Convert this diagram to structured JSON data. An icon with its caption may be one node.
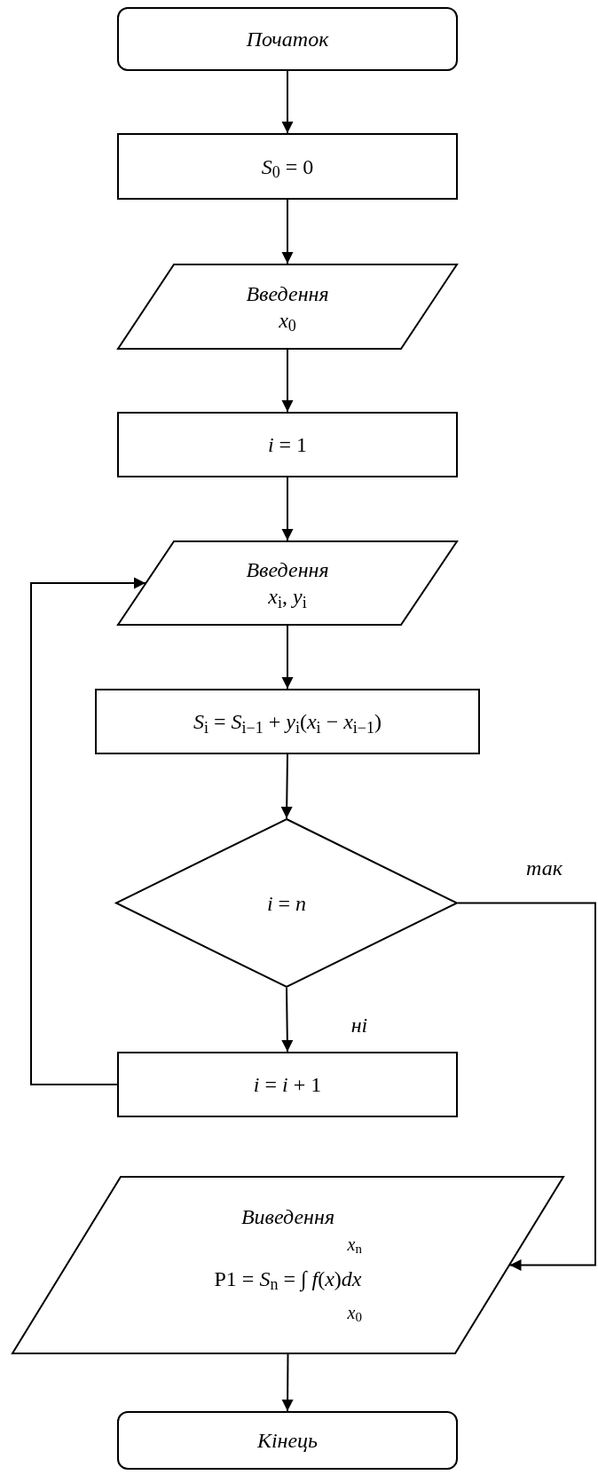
{
  "diagram": {
    "nodes": [
      {
        "text": [
          "Початок"
        ]
      },
      {
        "text": [
          "*S*$_{0}$ = 0"
        ]
      },
      {
        "text": [
          "Введення",
          "*x*$_{0}$"
        ]
      },
      {
        "text": [
          "*i* = 1"
        ]
      },
      {
        "text": [
          "Введення",
          "*x*$_{i}$, *y*$_{i}$"
        ]
      },
      {
        "text": [
          "*S*$_{i}$ = *S*$_{i−1}$ + *y*$_{i}$(*x*$_{i}$ − *x*$_{i−1}$)"
        ]
      },
      {
        "text": [
          "*i* = *n*"
        ]
      },
      {
        "text": [
          "*i* = *i* + 1"
        ]
      },
      {
        "text": [
          "Виведення",
          "*x*$_{n}$",
          "P1 = *S*$_{n}$ = ∫ *f*(*x*)*dx*",
          "*x*$_{0}$"
        ]
      },
      {
        "text": [
          "Кінець"
        ]
      }
    ],
    "edges": [
      {
        "from": 0,
        "to": 1,
        "arrow": "to"
      },
      {
        "from": 1,
        "to": 2,
        "arrow": "to"
      },
      {
        "from": 2,
        "to": 3,
        "arrow": "to"
      },
      {
        "from": 3,
        "to": 4,
        "arrow": "to"
      },
      {
        "from": 4,
        "to": 5,
        "arrow": "to"
      },
      {
        "from": 5,
        "to": 6,
        "arrow": "to"
      },
      {
        "from": 6,
        "to": 7,
        "arrow": "to",
        "label": "ні"
      },
      {
        "from": 7,
        "to": 4,
        "arrow": "to"
      },
      {
        "from": 6,
        "to": 8,
        "arrow": "to",
        "label": "так"
      },
      {
        "from": 8,
        "to": 9,
        "arrow": "to"
      }
    ]
  }
}
